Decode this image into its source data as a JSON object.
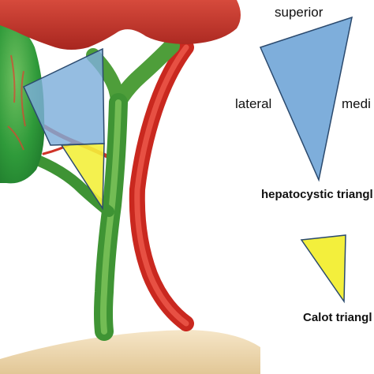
{
  "labels": {
    "superior": "superior",
    "lateral": "lateral",
    "medial": "medi",
    "hepatocystic_triangle": "hepatocystic triangl",
    "calot_triangle": "Calot triangl"
  },
  "colors": {
    "liver": "#c5362c",
    "gallbladder": "#2e9c3b",
    "bile_duct": "#55a83a",
    "artery": "#d8322a",
    "hepatocystic_triangle_fill": "#7eaedb",
    "calot_triangle_fill": "#f3ef3c",
    "duodenum": "#efd9b2",
    "outline": "#2b4a6e"
  }
}
